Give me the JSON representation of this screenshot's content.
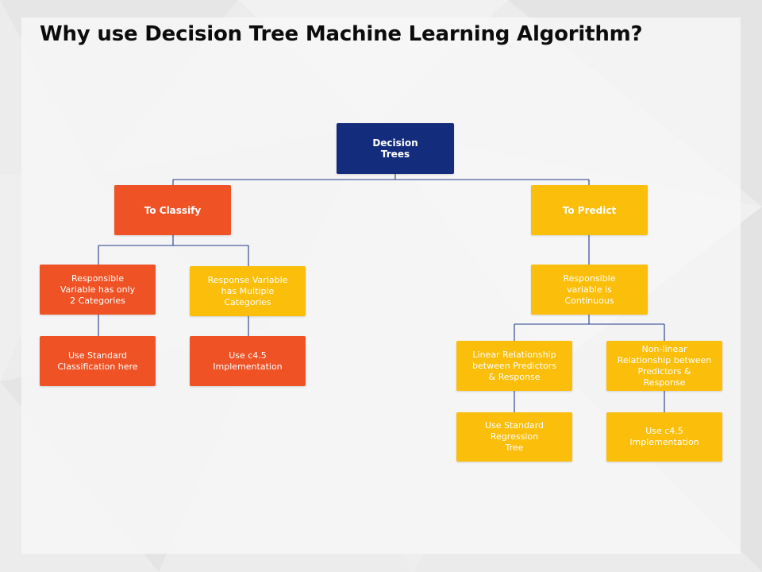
{
  "title": "Why use Decision Tree Machine Learning Algorithm?",
  "colors": {
    "navy": "#142c7c",
    "red": "#ee5225",
    "yellow": "#fbbe0a",
    "connector": "#223a8a"
  },
  "nodes": {
    "root": "Decision\nTrees",
    "classify": "To Classify",
    "predict": "To Predict",
    "two_categories": "Responsible\nVariable has only\n2 Categories",
    "multi_categories": "Response Variable\nhas Multiple\nCategories",
    "standard_classification": "Use Standard\nClassification here",
    "c45_classify": "Use c4.5\nImplementation",
    "continuous": "Responsible\nvariable is\nContinuous",
    "linear": "Linear Relationship\nbetween Predictors\n& Response",
    "nonlinear": "Non-linear\nRelationship between\nPredictors &\nResponse",
    "regression_tree": "Use Standard\nRegression\nTree",
    "c45_predict": "Use c4.5\nImplementation"
  }
}
